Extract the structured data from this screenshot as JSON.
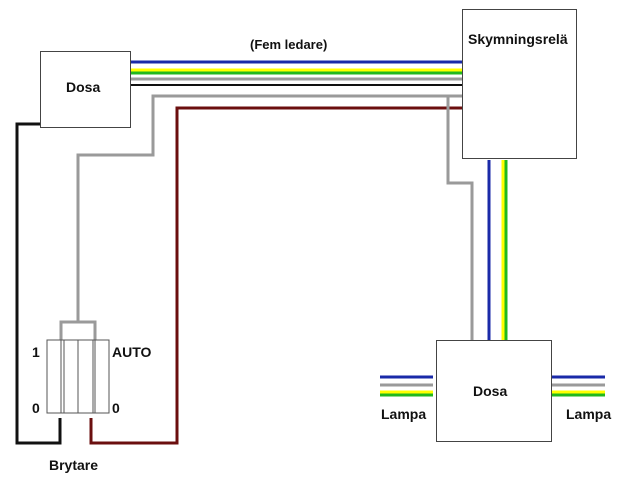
{
  "labels": {
    "dosa_top": "Dosa",
    "relay": "Skymningsrelä",
    "cable_note": "(Fem ledare)",
    "switch_one": "1",
    "switch_auto": "AUTO",
    "switch_zero_left": "0",
    "switch_zero_right": "0",
    "switch_caption": "Brytare",
    "dosa_bottom": "Dosa",
    "lamp_left": "Lampa",
    "lamp_right": "Lampa"
  },
  "wire_colors": {
    "blue": "#1a2aa8",
    "green": "#22b81e",
    "yellow": "#ffff00",
    "gray": "#9a9a9a",
    "black": "#111111",
    "brown": "#6b0f0f"
  }
}
